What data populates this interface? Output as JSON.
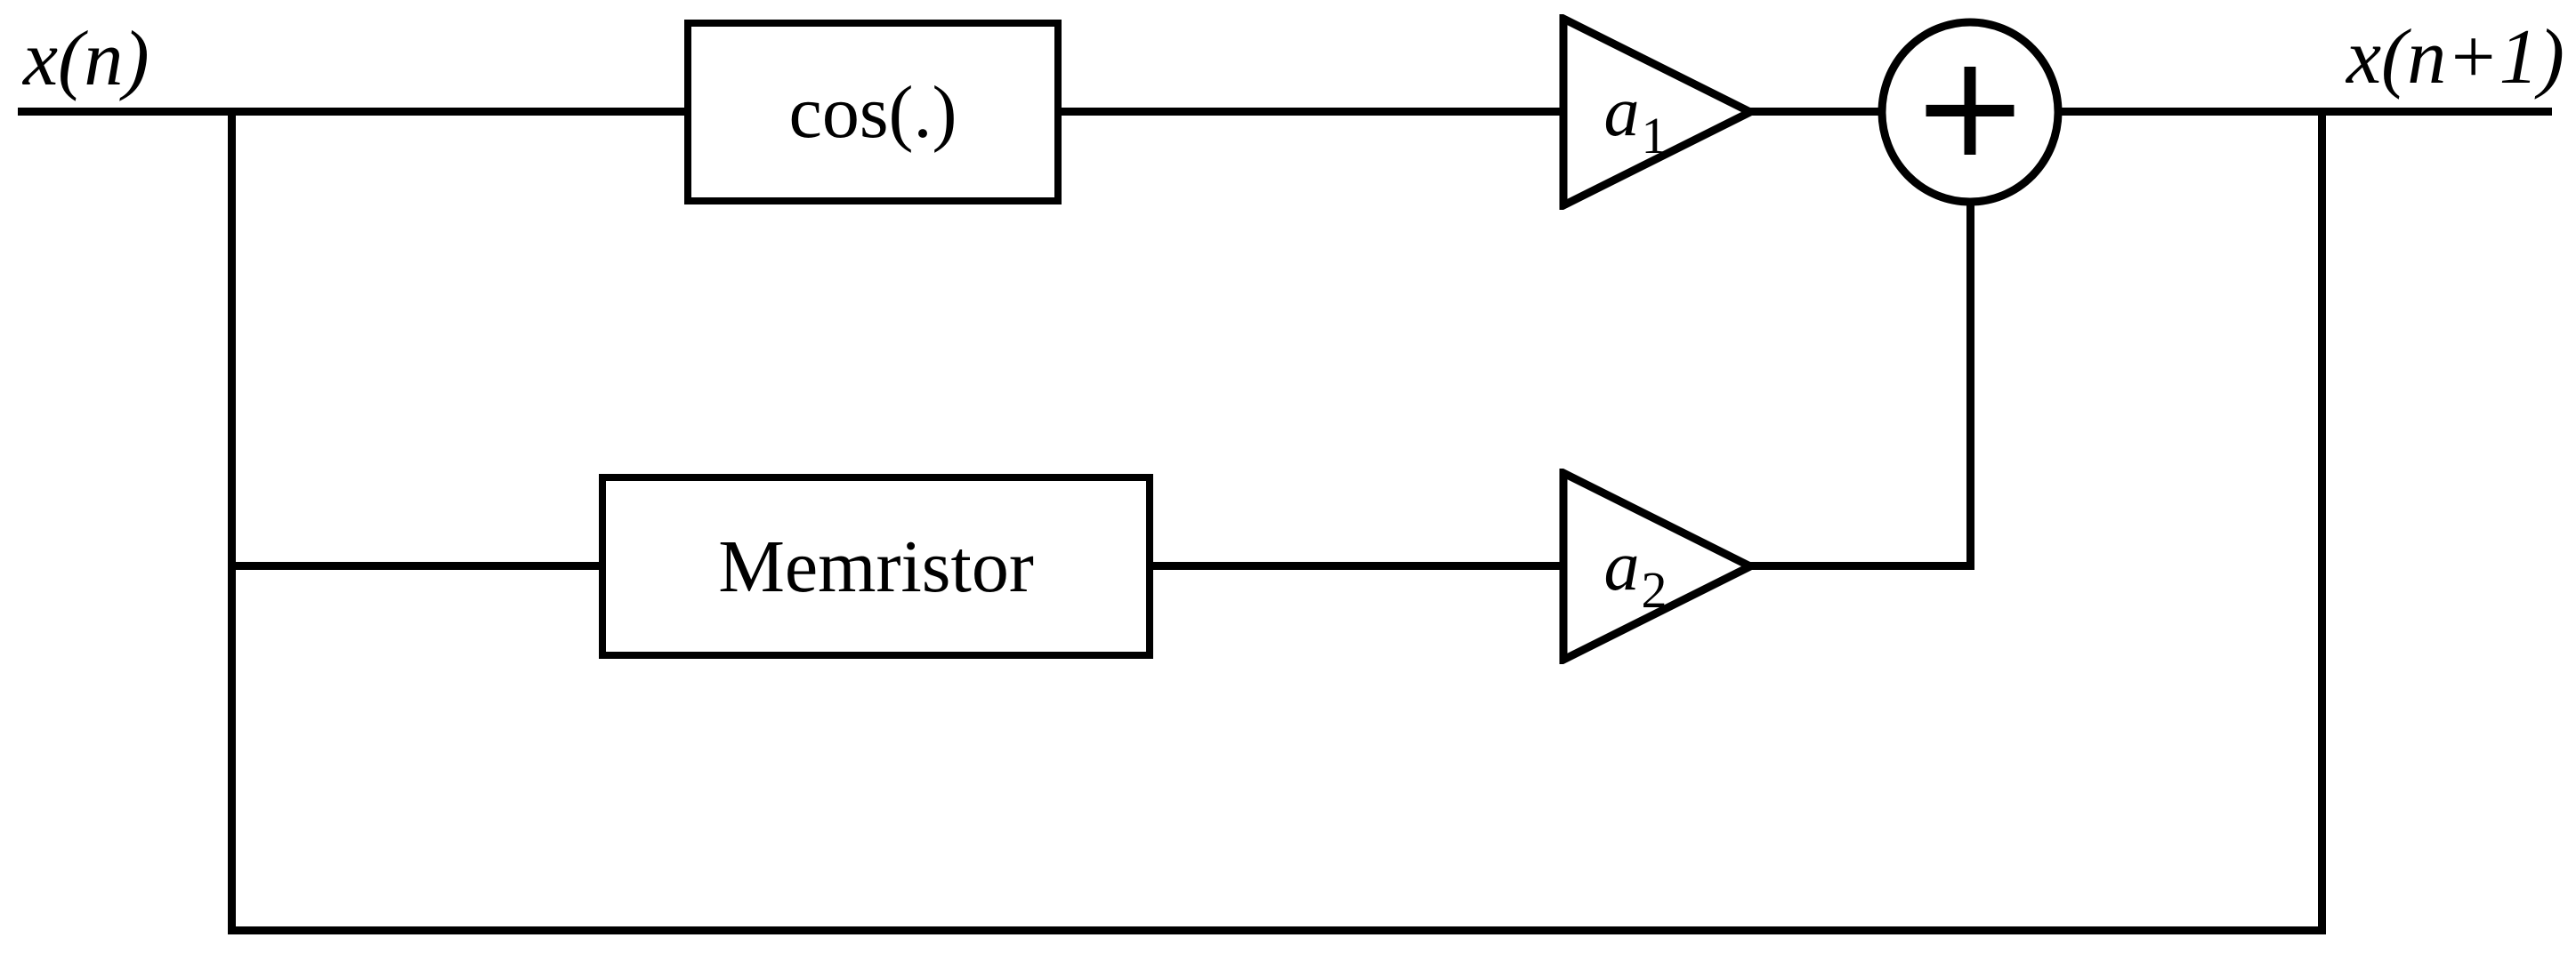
{
  "diagram": {
    "title": "memristor-cosine-map-block-diagram",
    "background_color": "#ffffff",
    "line_color": "#000000",
    "input_label": "x(n)",
    "output_label": "x(n+1)",
    "cos_block_label": "cos(.)",
    "memristor_block_label": "Memristor",
    "gain1": {
      "base": "a",
      "subscript": "1"
    },
    "gain2": {
      "base": "a",
      "subscript": "2"
    },
    "summer": {
      "symbol": "+"
    }
  }
}
